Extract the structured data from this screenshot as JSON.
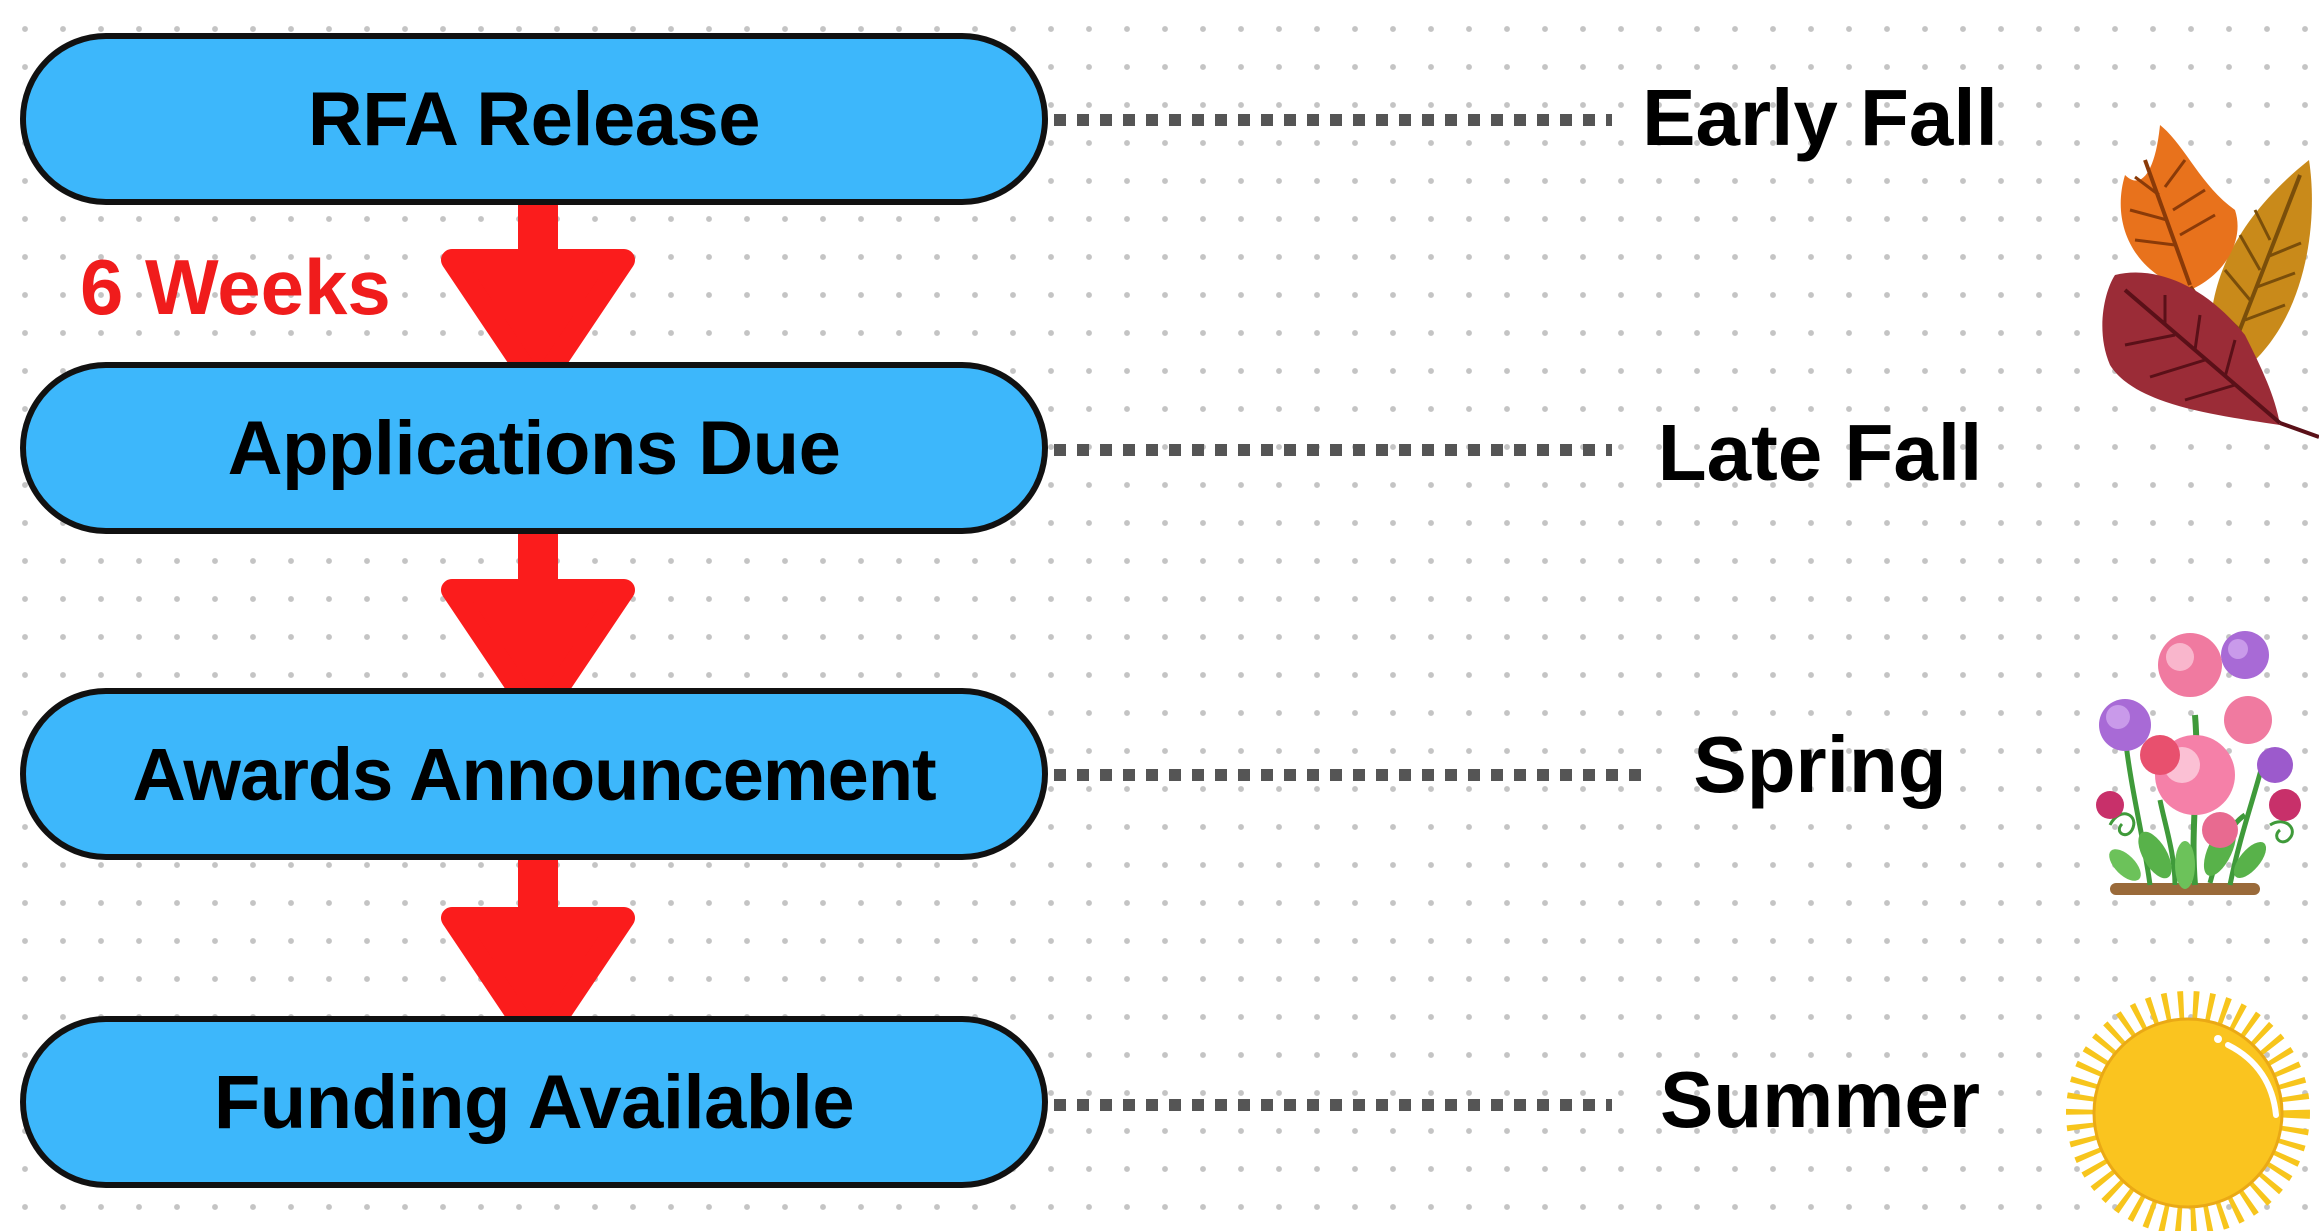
{
  "steps": [
    {
      "label": "RFA Release"
    },
    {
      "label": "Applications Due"
    },
    {
      "label": "Awards Announcement"
    },
    {
      "label": "Funding Available"
    }
  ],
  "seasons": [
    {
      "label": "Early Fall"
    },
    {
      "label": "Late Fall"
    },
    {
      "label": "Spring"
    },
    {
      "label": "Summer"
    }
  ],
  "interval_label": "6 Weeks",
  "colors": {
    "step_fill": "#3db7fb",
    "step_border": "#111111",
    "arrow": "#fb1c1c",
    "interval_text": "#f01c1c",
    "connector_dots": "#555555",
    "background_dots": "#c4c4c4"
  },
  "icons": {
    "early_fall": "autumn-leaves-icon",
    "spring": "flowers-icon",
    "summer": "sun-icon"
  }
}
